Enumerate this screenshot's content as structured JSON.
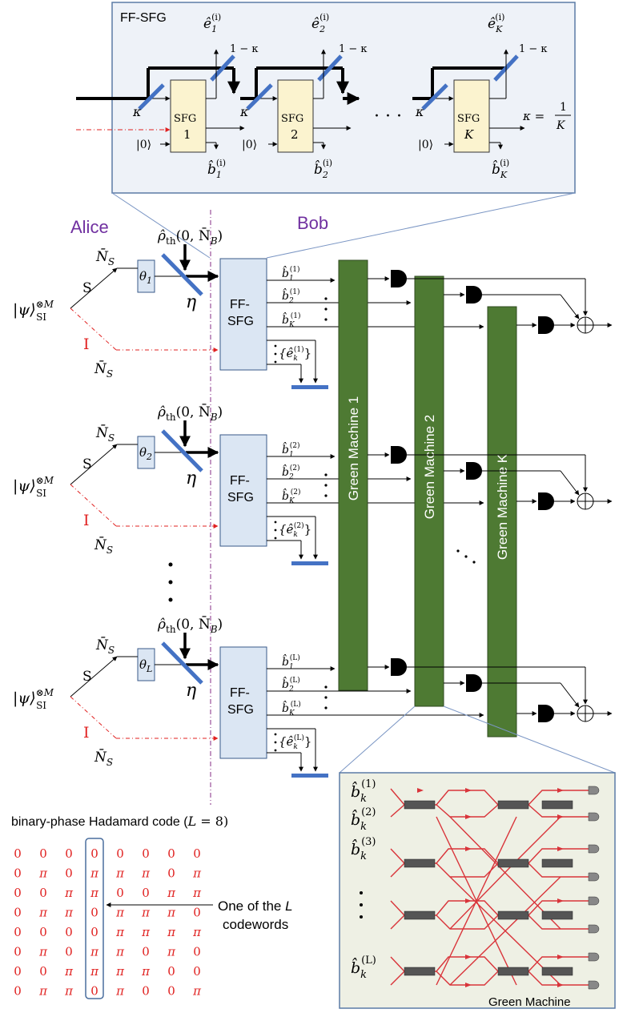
{
  "colors": {
    "green_machine": "#4e7a33",
    "sfg_fill": "#fbf3cf",
    "ffsfg_fill": "#dbe6f3",
    "inset_fill": "#eef2f8",
    "beam_splitter": "#4472c4",
    "idler": "#e0201f",
    "alice_bob": "#7030a0",
    "code": "#e0201f",
    "gm_detail_line": "#d9343a",
    "dashed_divider": "#9a4f9a"
  },
  "inset_ffsfg": {
    "title": "FF-SFG",
    "kappa": "κ",
    "one_minus_kappa": "1 − κ",
    "vacuum": "|0⟩",
    "sfg_label": "SFG",
    "sfg_blocks": [
      "1",
      "2",
      "K"
    ],
    "e_outputs": [
      "ê",
      "ê",
      "ê"
    ],
    "e_subs": [
      "1",
      "2",
      "K"
    ],
    "b_outputs": [
      "b̂",
      "b̂",
      "b̂"
    ],
    "b_subs": [
      "1",
      "2",
      "K"
    ],
    "sup_i": "(i)",
    "ellipsis": "· · ·",
    "kappa_eq": "κ =",
    "kappa_num": "1",
    "kappa_den": "K"
  },
  "parties": {
    "alice": "Alice",
    "bob": "Bob"
  },
  "thermal": {
    "rho": "ρ̂",
    "sub": "th",
    "args": "(0, N̄",
    "sub_b": "B",
    "close": ")"
  },
  "rows": [
    {
      "theta_sub": "1",
      "b_sup": "(1)",
      "e_sup": "(1)"
    },
    {
      "theta_sub": "2",
      "b_sup": "(2)",
      "e_sup": "(2)"
    },
    {
      "theta_sub": "L",
      "b_sup": "(L)",
      "e_sup": "(L)"
    }
  ],
  "row_labels": {
    "psi": "|ψ⟩",
    "psi_sup": "⊗M",
    "psi_sub": "SI",
    "signal": "S",
    "idler": "I",
    "ns": "N̄",
    "ns_sub": "S",
    "theta": "θ",
    "eta": "η",
    "ffsfg_line1": "FF-",
    "ffsfg_line2": "SFG",
    "b_hat": "b̂",
    "b_subs": [
      "1",
      "2",
      "K"
    ],
    "e_set_open": "{ê",
    "e_sub": "k",
    "e_set_close": "}"
  },
  "green_machines": [
    "Green Machine 1",
    "Green Machine 2",
    "Green Machine K"
  ],
  "code": {
    "title_prefix": "binary-phase Hadamard code (",
    "title_var": "L",
    "title_suffix": " = 8)",
    "matrix": [
      [
        "0",
        "0",
        "0",
        "0",
        "0",
        "0",
        "0",
        "0"
      ],
      [
        "0",
        "π",
        "0",
        "π",
        "π",
        "π",
        "0",
        "π"
      ],
      [
        "0",
        "0",
        "π",
        "π",
        "0",
        "0",
        "π",
        "π"
      ],
      [
        "0",
        "π",
        "π",
        "0",
        "π",
        "π",
        "π",
        "0"
      ],
      [
        "0",
        "0",
        "0",
        "0",
        "π",
        "π",
        "π",
        "π"
      ],
      [
        "0",
        "π",
        "0",
        "π",
        "π",
        "0",
        "π",
        "0"
      ],
      [
        "0",
        "0",
        "π",
        "π",
        "π",
        "π",
        "0",
        "0"
      ],
      [
        "0",
        "π",
        "π",
        "0",
        "π",
        "0",
        "0",
        "π"
      ]
    ],
    "annotation_line1_pre": "One of the ",
    "annotation_var": "L",
    "annotation_line2": "codewords"
  },
  "gm_detail": {
    "title": "Green Machine",
    "inputs_sup": [
      "(1)",
      "(2)",
      "(3)",
      "(L)"
    ],
    "b_hat": "b̂",
    "sub_k": "k"
  }
}
